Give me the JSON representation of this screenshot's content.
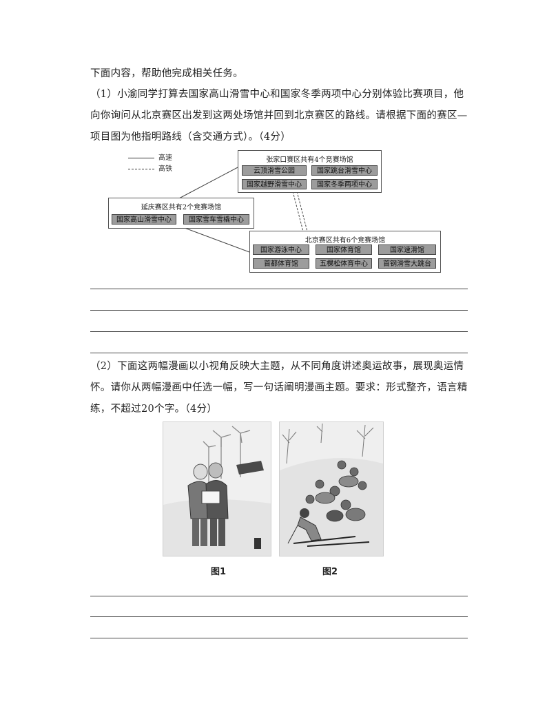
{
  "text": {
    "intro": "下面内容，帮助他完成相关任务。",
    "q1": "（1）小渝同学打算去国家高山滑雪中心和国家冬季两项中心分别体验比赛项目，他向你询问从北京赛区出发到这两处场馆并回到北京赛区的路线。请根据下面的赛区—项目图为他指明路线（含交通方式）。（4分）",
    "q2": "（2）下面这两幅漫画以小视角反映大主题，从不同角度讲述奥运故事，展现奥运情怀。请你从两幅漫画中任选一幅，写一句话阐明漫画主题。要求：形式整齐，语言精练，不超过20个字。（4分）"
  },
  "legend": {
    "highway": "高速",
    "railway": "高铁"
  },
  "zones": {
    "zhangjiakou": {
      "title": "张家口赛区共有4个竞赛场馆",
      "venues": [
        "云顶滑雪公园",
        "国家跳台滑雪中心",
        "国家越野滑雪中心",
        "国家冬季两项中心"
      ]
    },
    "yanqing": {
      "title": "延庆赛区共有2个竞赛场馆",
      "venues": [
        "国家高山滑雪中心",
        "国家雪车雪橇中心"
      ]
    },
    "beijing": {
      "title": "北京赛区共有6个竞赛场馆",
      "venues": [
        "国家游泳中心",
        "国家体育馆",
        "国家速滑馆",
        "首都体育馆",
        "五棵松体育中心",
        "首钢滑雪大跳台"
      ]
    }
  },
  "figures": {
    "fig1": "图1",
    "fig2": "图2"
  },
  "colors": {
    "venue_fill": "#9c9c9c",
    "border": "#555555"
  }
}
